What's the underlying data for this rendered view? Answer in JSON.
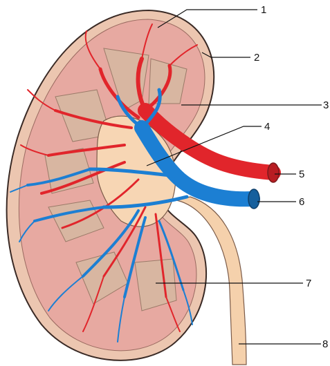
{
  "diagram": {
    "callouts": [
      {
        "id": "1",
        "label": "1"
      },
      {
        "id": "2",
        "label": "2"
      },
      {
        "id": "3",
        "label": "3"
      },
      {
        "id": "4",
        "label": "4"
      },
      {
        "id": "5",
        "label": "5"
      },
      {
        "id": "6",
        "label": "6"
      },
      {
        "id": "7",
        "label": "7"
      },
      {
        "id": "8",
        "label": "8"
      }
    ],
    "colors": {
      "capsule": "#ecc6b0",
      "cortex": "#e7a9a1",
      "pyramid": "#d8b6a1",
      "pelvis": "#f7d6b4",
      "artery": "#e1252b",
      "vein": "#1c7fd3",
      "outline": "#3a2a25"
    }
  }
}
